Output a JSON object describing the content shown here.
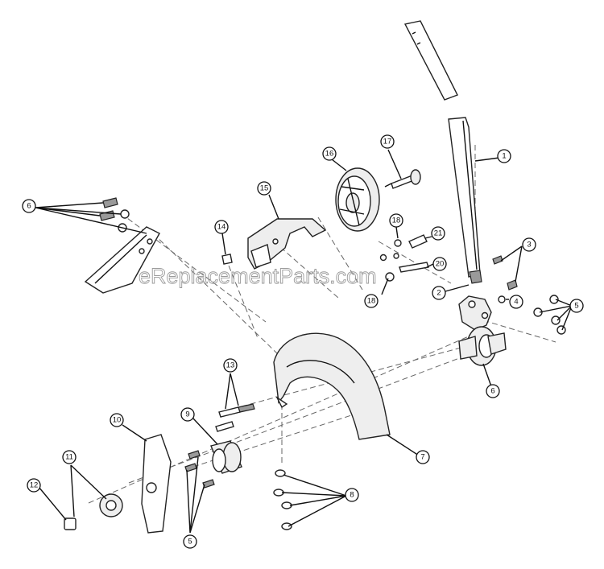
{
  "watermark": "eReplacementParts.com",
  "callouts": [
    {
      "id": "c1",
      "label": "1"
    },
    {
      "id": "c2",
      "label": "2"
    },
    {
      "id": "c3",
      "label": "3"
    },
    {
      "id": "c4",
      "label": "4"
    },
    {
      "id": "c5a",
      "label": "5"
    },
    {
      "id": "c5b",
      "label": "5"
    },
    {
      "id": "c6a",
      "label": "6"
    },
    {
      "id": "c6b",
      "label": "6"
    },
    {
      "id": "c7",
      "label": "7"
    },
    {
      "id": "c8",
      "label": "8"
    },
    {
      "id": "c9",
      "label": "9"
    },
    {
      "id": "c10",
      "label": "10"
    },
    {
      "id": "c11",
      "label": "11"
    },
    {
      "id": "c12",
      "label": "12"
    },
    {
      "id": "c13",
      "label": "13"
    },
    {
      "id": "c14",
      "label": "14"
    },
    {
      "id": "c15",
      "label": "15"
    },
    {
      "id": "c16",
      "label": "16"
    },
    {
      "id": "c17",
      "label": "17"
    },
    {
      "id": "c18a",
      "label": "18"
    },
    {
      "id": "c18b",
      "label": "18"
    },
    {
      "id": "c20",
      "label": "20"
    },
    {
      "id": "c21",
      "label": "21"
    }
  ]
}
